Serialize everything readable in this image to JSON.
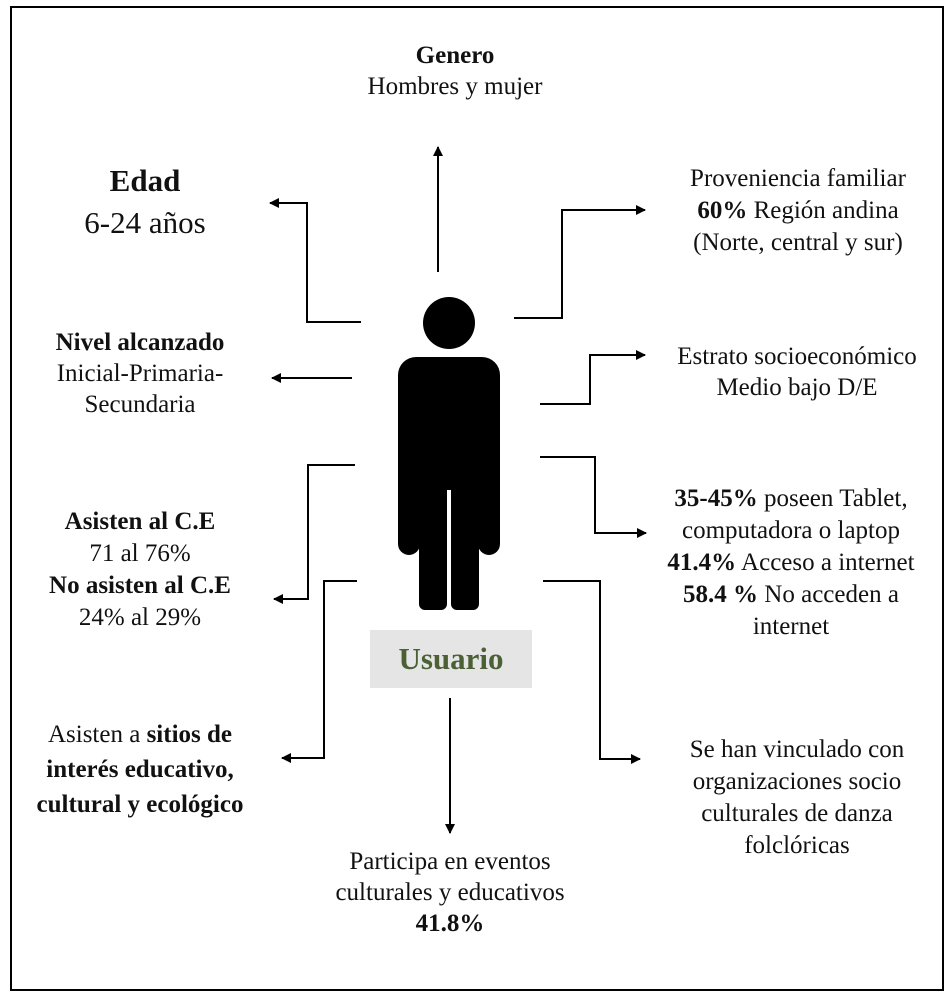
{
  "colors": {
    "usuario_text": "#4b6135",
    "usuario_box": "#e5e5e5",
    "ink": "#000000"
  },
  "center": {
    "figure_icon": "person-icon",
    "label": "Usuario"
  },
  "genero": {
    "title": "Genero",
    "text": "Hombres y mujer"
  },
  "edad": {
    "title": "Edad",
    "text": "6-24 años"
  },
  "proveniencia": {
    "line1": "Proveniencia familiar",
    "pct": "60%",
    "line2_rest": " Región andina",
    "line3": "(Norte, central y sur)"
  },
  "nivel": {
    "title": "Nivel alcanzado",
    "line1": "Inicial-Primaria-",
    "line2": "Secundaria"
  },
  "estrato": {
    "line1": "Estrato socioeconómico",
    "line2": "Medio bajo D/E"
  },
  "asistencia": {
    "title1": "Asisten al C.E",
    "val1": "71 al 76%",
    "title2": "No asisten al C.E",
    "val2": "24% al 29%"
  },
  "tecnologia": {
    "pct1": "35-45%",
    "rest1": " poseen Tablet,",
    "line2": "computadora o laptop",
    "pct2": "41.4%",
    "rest2": " Acceso a internet",
    "pct3": "58.4 %",
    "rest3": " No acceden a",
    "line5": "internet"
  },
  "sitios": {
    "pre": "Asisten a ",
    "b1": "sitios de",
    "b2": "interés educativo,",
    "b3": "cultural y ecológico"
  },
  "organizaciones": {
    "line1": "Se han vinculado con",
    "line2": "organizaciones socio",
    "line3": "culturales de danza",
    "line4": "folclóricas"
  },
  "participa": {
    "line1": "Participa en eventos",
    "line2": "culturales y educativos",
    "pct": "41.8%"
  }
}
